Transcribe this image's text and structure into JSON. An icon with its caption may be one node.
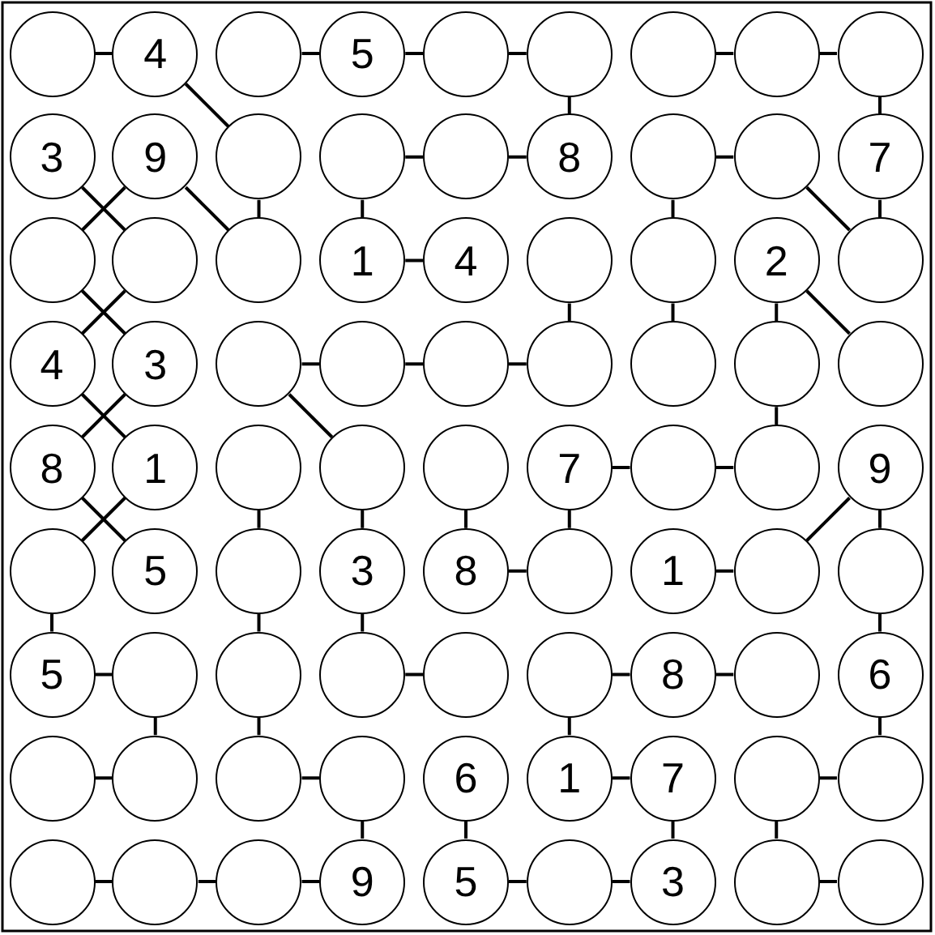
{
  "diagram": {
    "nodes": [
      {
        "text": [],
        "shape": "circle"
      },
      {
        "text": [
          "4"
        ]
      },
      {
        "text": [],
        "shape": "circle"
      },
      {
        "text": [
          "5"
        ]
      },
      {
        "text": [],
        "shape": "circle"
      },
      {
        "text": [],
        "shape": "circle"
      },
      {
        "text": [],
        "shape": "circle"
      },
      {
        "text": [],
        "shape": "circle"
      },
      {
        "text": [],
        "shape": "circle"
      },
      {
        "text": [
          "3"
        ]
      },
      {
        "text": [
          "9"
        ]
      },
      {
        "text": [],
        "shape": "circle"
      },
      {
        "text": [],
        "shape": "circle"
      },
      {
        "text": [],
        "shape": "circle"
      },
      {
        "text": [
          "8"
        ]
      },
      {
        "text": [],
        "shape": "circle"
      },
      {
        "text": [],
        "shape": "circle"
      },
      {
        "text": [
          "7"
        ]
      },
      {
        "text": [],
        "shape": "circle"
      },
      {
        "text": [],
        "shape": "circle"
      },
      {
        "text": [],
        "shape": "circle"
      },
      {
        "text": [
          "1"
        ]
      },
      {
        "text": [
          "4"
        ]
      },
      {
        "text": [],
        "shape": "circle"
      },
      {
        "text": [],
        "shape": "circle"
      },
      {
        "text": [
          "2"
        ]
      },
      {
        "text": [],
        "shape": "circle"
      },
      {
        "text": [
          "4"
        ]
      },
      {
        "text": [
          "3"
        ]
      },
      {
        "text": [],
        "shape": "circle"
      },
      {
        "text": [],
        "shape": "circle"
      },
      {
        "text": [],
        "shape": "circle"
      },
      {
        "text": [],
        "shape": "circle"
      },
      {
        "text": [],
        "shape": "circle"
      },
      {
        "text": [],
        "shape": "circle"
      },
      {
        "text": [],
        "shape": "circle"
      },
      {
        "text": [
          "8"
        ]
      },
      {
        "text": [
          "1"
        ]
      },
      {
        "text": [],
        "shape": "circle"
      },
      {
        "text": [],
        "shape": "circle"
      },
      {
        "text": [],
        "shape": "circle"
      },
      {
        "text": [
          "7"
        ]
      },
      {
        "text": [],
        "shape": "circle"
      },
      {
        "text": [],
        "shape": "circle"
      },
      {
        "text": [
          "9"
        ]
      },
      {
        "text": [],
        "shape": "circle"
      },
      {
        "text": [
          "5"
        ]
      },
      {
        "text": [],
        "shape": "circle"
      },
      {
        "text": [
          "3"
        ]
      },
      {
        "text": [
          "8"
        ]
      },
      {
        "text": [],
        "shape": "circle"
      },
      {
        "text": [
          "1"
        ]
      },
      {
        "text": [],
        "shape": "circle"
      },
      {
        "text": [],
        "shape": "circle"
      },
      {
        "text": [
          "5"
        ]
      },
      {
        "text": [],
        "shape": "circle"
      },
      {
        "text": [],
        "shape": "circle"
      },
      {
        "text": [],
        "shape": "circle"
      },
      {
        "text": [],
        "shape": "circle"
      },
      {
        "text": [],
        "shape": "circle"
      },
      {
        "text": [
          "8"
        ]
      },
      {
        "text": [],
        "shape": "circle"
      },
      {
        "text": [
          "6"
        ]
      },
      {
        "text": [],
        "shape": "circle"
      },
      {
        "text": [],
        "shape": "circle"
      },
      {
        "text": [],
        "shape": "circle"
      },
      {
        "text": [],
        "shape": "circle"
      },
      {
        "text": [
          "6"
        ]
      },
      {
        "text": [
          "1"
        ]
      },
      {
        "text": [
          "7"
        ]
      },
      {
        "text": [],
        "shape": "circle"
      },
      {
        "text": [],
        "shape": "circle"
      },
      {
        "text": [],
        "shape": "circle"
      },
      {
        "text": [],
        "shape": "circle"
      },
      {
        "text": [],
        "shape": "circle"
      },
      {
        "text": [
          "9"
        ]
      },
      {
        "text": [
          "5"
        ]
      },
      {
        "text": [],
        "shape": "circle"
      },
      {
        "text": [
          "3"
        ]
      },
      {
        "text": [],
        "shape": "circle"
      },
      {
        "text": [],
        "shape": "circle"
      }
    ],
    "edges": [
      {
        "from": 0,
        "to": 1,
        "arrow": "none"
      },
      {
        "from": 2,
        "to": 3,
        "arrow": "none"
      },
      {
        "from": 3,
        "to": 4,
        "arrow": "none"
      },
      {
        "from": 4,
        "to": 5,
        "arrow": "none"
      },
      {
        "from": 6,
        "to": 7,
        "arrow": "none"
      },
      {
        "from": 7,
        "to": 8,
        "arrow": "none"
      },
      {
        "from": 1,
        "to": 11,
        "arrow": "none"
      },
      {
        "from": 5,
        "to": 14,
        "arrow": "none"
      },
      {
        "from": 8,
        "to": 17,
        "arrow": "none"
      },
      {
        "from": 12,
        "to": 13,
        "arrow": "none"
      },
      {
        "from": 13,
        "to": 14,
        "arrow": "none"
      },
      {
        "from": 15,
        "to": 16,
        "arrow": "none"
      },
      {
        "from": 9,
        "to": 19,
        "arrow": "none"
      },
      {
        "from": 10,
        "to": 18,
        "arrow": "none"
      },
      {
        "from": 10,
        "to": 20,
        "arrow": "none"
      },
      {
        "from": 11,
        "to": 20,
        "arrow": "none"
      },
      {
        "from": 12,
        "to": 21,
        "arrow": "none"
      },
      {
        "from": 15,
        "to": 24,
        "arrow": "none"
      },
      {
        "from": 16,
        "to": 26,
        "arrow": "none"
      },
      {
        "from": 17,
        "to": 26,
        "arrow": "none"
      },
      {
        "from": 21,
        "to": 22,
        "arrow": "none"
      },
      {
        "from": 18,
        "to": 28,
        "arrow": "none"
      },
      {
        "from": 19,
        "to": 27,
        "arrow": "none"
      },
      {
        "from": 23,
        "to": 32,
        "arrow": "none"
      },
      {
        "from": 24,
        "to": 33,
        "arrow": "none"
      },
      {
        "from": 25,
        "to": 34,
        "arrow": "none"
      },
      {
        "from": 25,
        "to": 35,
        "arrow": "none"
      },
      {
        "from": 29,
        "to": 30,
        "arrow": "none"
      },
      {
        "from": 30,
        "to": 31,
        "arrow": "none"
      },
      {
        "from": 31,
        "to": 32,
        "arrow": "none"
      },
      {
        "from": 27,
        "to": 37,
        "arrow": "none"
      },
      {
        "from": 28,
        "to": 36,
        "arrow": "none"
      },
      {
        "from": 29,
        "to": 39,
        "arrow": "none"
      },
      {
        "from": 34,
        "to": 43,
        "arrow": "none"
      },
      {
        "from": 41,
        "to": 42,
        "arrow": "none"
      },
      {
        "from": 42,
        "to": 43,
        "arrow": "none"
      },
      {
        "from": 36,
        "to": 46,
        "arrow": "none"
      },
      {
        "from": 37,
        "to": 45,
        "arrow": "none"
      },
      {
        "from": 38,
        "to": 47,
        "arrow": "none"
      },
      {
        "from": 39,
        "to": 48,
        "arrow": "none"
      },
      {
        "from": 40,
        "to": 49,
        "arrow": "none"
      },
      {
        "from": 41,
        "to": 50,
        "arrow": "none"
      },
      {
        "from": 44,
        "to": 52,
        "arrow": "none"
      },
      {
        "from": 44,
        "to": 53,
        "arrow": "none"
      },
      {
        "from": 49,
        "to": 50,
        "arrow": "none"
      },
      {
        "from": 51,
        "to": 52,
        "arrow": "none"
      },
      {
        "from": 45,
        "to": 54,
        "arrow": "none"
      },
      {
        "from": 47,
        "to": 56,
        "arrow": "none"
      },
      {
        "from": 48,
        "to": 57,
        "arrow": "none"
      },
      {
        "from": 53,
        "to": 62,
        "arrow": "none"
      },
      {
        "from": 54,
        "to": 55,
        "arrow": "none"
      },
      {
        "from": 57,
        "to": 58,
        "arrow": "none"
      },
      {
        "from": 59,
        "to": 60,
        "arrow": "none"
      },
      {
        "from": 60,
        "to": 61,
        "arrow": "none"
      },
      {
        "from": 55,
        "to": 64,
        "arrow": "none"
      },
      {
        "from": 56,
        "to": 65,
        "arrow": "none"
      },
      {
        "from": 59,
        "to": 68,
        "arrow": "none"
      },
      {
        "from": 62,
        "to": 71,
        "arrow": "none"
      },
      {
        "from": 63,
        "to": 64,
        "arrow": "none"
      },
      {
        "from": 65,
        "to": 66,
        "arrow": "none"
      },
      {
        "from": 68,
        "to": 69,
        "arrow": "none"
      },
      {
        "from": 70,
        "to": 71,
        "arrow": "none"
      },
      {
        "from": 66,
        "to": 75,
        "arrow": "none"
      },
      {
        "from": 67,
        "to": 76,
        "arrow": "none"
      },
      {
        "from": 69,
        "to": 78,
        "arrow": "none"
      },
      {
        "from": 70,
        "to": 79,
        "arrow": "none"
      },
      {
        "from": 72,
        "to": 73,
        "arrow": "none"
      },
      {
        "from": 73,
        "to": 74,
        "arrow": "none"
      },
      {
        "from": 74,
        "to": 75,
        "arrow": "none"
      },
      {
        "from": 76,
        "to": 77,
        "arrow": "none"
      },
      {
        "from": 77,
        "to": 78,
        "arrow": "none"
      },
      {
        "from": 79,
        "to": 80,
        "arrow": "none"
      }
    ]
  }
}
